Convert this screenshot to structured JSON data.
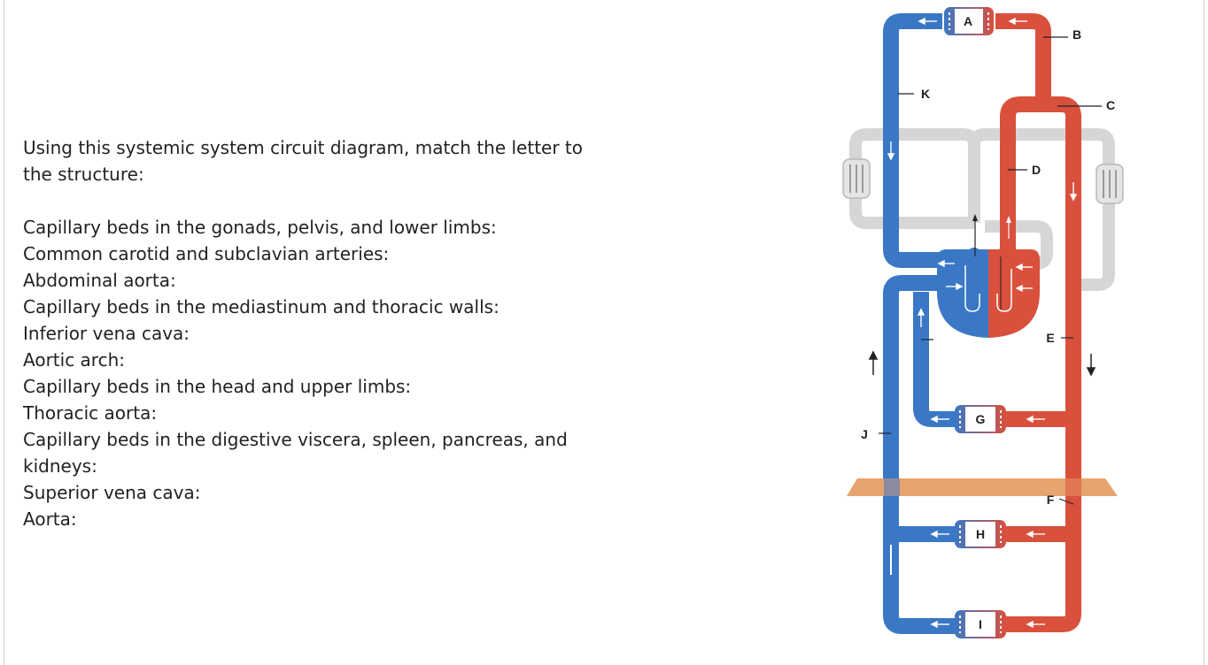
{
  "question": {
    "prompt": "Using this systemic system circuit diagram, match the letter to the structure:",
    "items": [
      "Capillary beds in the gonads, pelvis, and lower limbs:",
      "Common carotid and subclavian arteries:",
      "Abdominal aorta:",
      "Capillary beds in the mediastinum and thoracic walls:",
      "Inferior vena cava:",
      "Aortic arch:",
      "Capillary beds in the head and upper limbs:",
      "Thoracic aorta:",
      "Capillary beds in the digestive viscera, spleen, pancreas, and kidneys:",
      "Superior vena cava:",
      "Aorta:"
    ]
  },
  "diagram": {
    "labels": {
      "A": "A",
      "B": "B",
      "C": "C",
      "D": "D",
      "E": "E",
      "F": "F",
      "G": "G",
      "H": "H",
      "I": "I",
      "J": "J",
      "K": "K"
    },
    "colors": {
      "venous": "#3a78c6",
      "arterial": "#d9503c",
      "pulmonary": "#d6d6d6",
      "diaphragm": "#e8a46e"
    }
  }
}
